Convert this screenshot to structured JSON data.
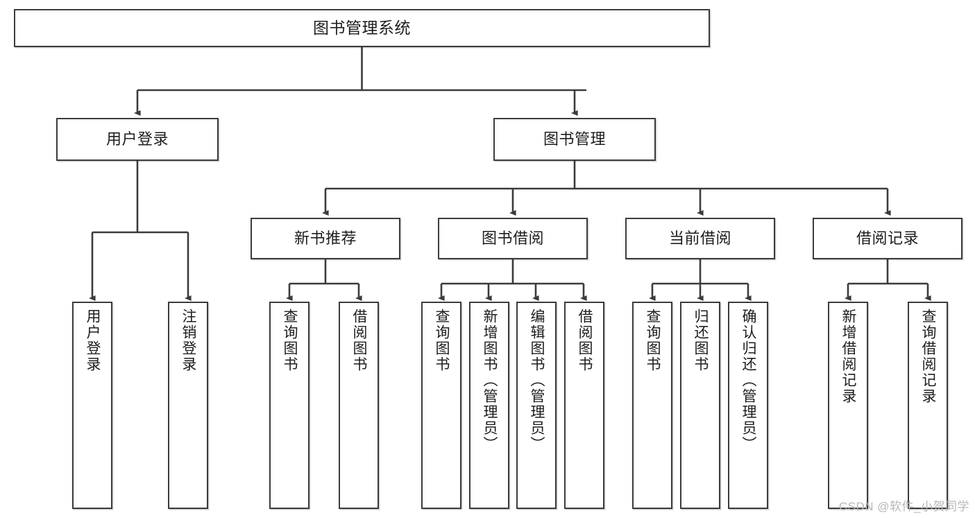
{
  "diagram": {
    "title": "图书管理系统",
    "watermark": "CSDN @软件_小贺同学",
    "line_color": "#3b3b3b",
    "box_fill": "#ffffff",
    "text_color": "#1d1d1d",
    "root": {
      "label": "图书管理系统"
    },
    "level1": [
      {
        "label": "用户登录"
      },
      {
        "label": "图书管理"
      }
    ],
    "level2": [
      {
        "label": "新书推荐"
      },
      {
        "label": "图书借阅"
      },
      {
        "label": "当前借阅"
      },
      {
        "label": "借阅记录"
      }
    ],
    "leaves": {
      "user_login": [
        {
          "label": "用户登录"
        },
        {
          "label": "注销登录"
        }
      ],
      "new_book": [
        {
          "label": "查询图书"
        },
        {
          "label": "借阅图书"
        }
      ],
      "book_borrow": [
        {
          "label": "查询图书"
        },
        {
          "label": "新增图书（管理员）"
        },
        {
          "label": "编辑图书（管理员）"
        },
        {
          "label": "借阅图书"
        }
      ],
      "current_borrow": [
        {
          "label": "查询图书"
        },
        {
          "label": "归还图书"
        },
        {
          "label": "确认归还（管理员）"
        }
      ],
      "borrow_record": [
        {
          "label": "新增借阅记录"
        },
        {
          "label": "查询借阅记录"
        }
      ]
    }
  }
}
